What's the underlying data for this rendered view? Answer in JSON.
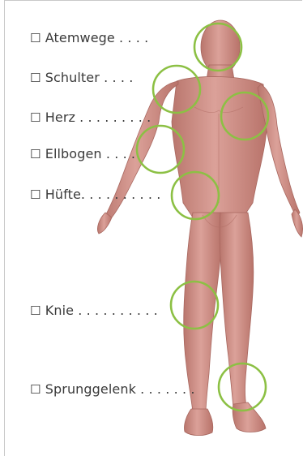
{
  "checkbox_glyph": "☐",
  "circle_color": "#8cc044",
  "skin_color": "#d4958c",
  "labels": [
    {
      "id": "atemwege",
      "text": "Atemwege . . . ."
    },
    {
      "id": "schulter",
      "text": "Schulter . . . ."
    },
    {
      "id": "herz",
      "text": "Herz . . . . . . . . ."
    },
    {
      "id": "ellbogen",
      "text": "Ellbogen . . . ."
    },
    {
      "id": "huefte",
      "text": "Hüfte. . . . . . . . . ."
    },
    {
      "id": "knie",
      "text": "Knie . . . . . . . . . ."
    },
    {
      "id": "sprunggelenk",
      "text": "Sprunggelenk . . . . . . ."
    }
  ]
}
